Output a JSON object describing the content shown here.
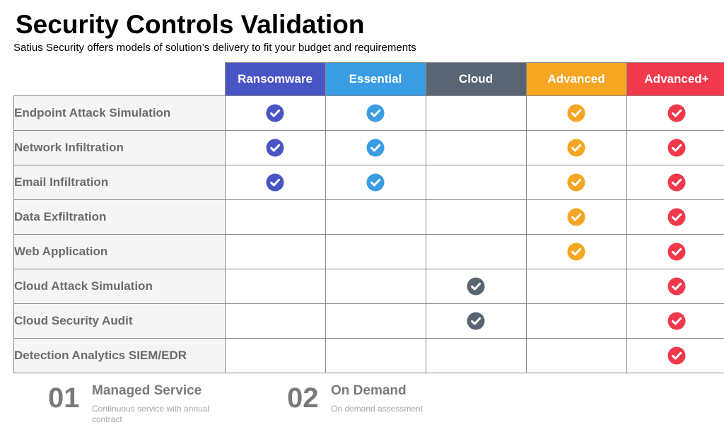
{
  "header": {
    "title": "Security Controls Validation",
    "subtitle": "Satius Security offers models of solution’s delivery to fit your budget and requirements"
  },
  "tiers": [
    {
      "label": "Ransomware",
      "color": "#4a55c4"
    },
    {
      "label": "Essential",
      "color": "#3a9de4"
    },
    {
      "label": "Cloud",
      "color": "#5a6573"
    },
    {
      "label": "Advanced",
      "color": "#f5a623"
    },
    {
      "label": "Advanced+",
      "color": "#f0394b"
    }
  ],
  "check_icon": "check-circle-icon",
  "features": [
    {
      "label": "Endpoint Attack Simulation",
      "checks": [
        true,
        true,
        false,
        true,
        true
      ]
    },
    {
      "label": "Network Infiltration",
      "checks": [
        true,
        true,
        false,
        true,
        true
      ]
    },
    {
      "label": "Email Infiltration",
      "checks": [
        true,
        true,
        false,
        true,
        true
      ]
    },
    {
      "label": "Data Exfiltration",
      "checks": [
        false,
        false,
        false,
        true,
        true
      ]
    },
    {
      "label": "Web Application",
      "checks": [
        false,
        false,
        false,
        true,
        true
      ]
    },
    {
      "label": "Cloud Attack Simulation",
      "checks": [
        false,
        false,
        true,
        false,
        true
      ]
    },
    {
      "label": "Cloud Security Audit",
      "checks": [
        false,
        false,
        true,
        false,
        true
      ]
    },
    {
      "label": "Detection Analytics SIEM/EDR",
      "checks": [
        false,
        false,
        false,
        false,
        true
      ]
    }
  ],
  "models": [
    {
      "number": "01",
      "title": "Managed Service",
      "description": "Continuous service with annual contract"
    },
    {
      "number": "02",
      "title": "On Demand",
      "description": "On demand assessment"
    }
  ]
}
